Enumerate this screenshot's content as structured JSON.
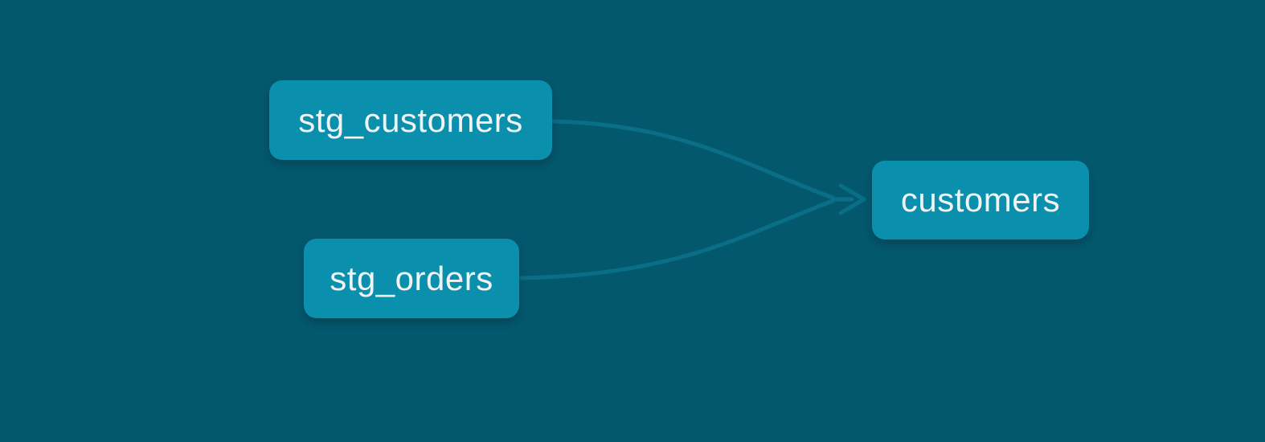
{
  "diagram": {
    "type": "lineage-graph",
    "nodes": [
      {
        "id": "stg_customers",
        "label": "stg_customers"
      },
      {
        "id": "stg_orders",
        "label": "stg_orders"
      },
      {
        "id": "customers",
        "label": "customers"
      }
    ],
    "edges": [
      {
        "from": "stg_customers",
        "to": "customers"
      },
      {
        "from": "stg_orders",
        "to": "customers"
      }
    ],
    "colors": {
      "background": "#04586E",
      "node_fill": "#0A8FAD",
      "edge_stroke": "#0A6E88",
      "node_text": "#F0F4F5"
    }
  }
}
